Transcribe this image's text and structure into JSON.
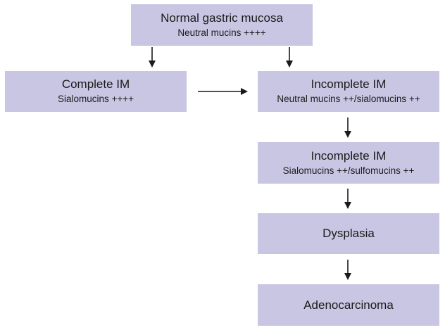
{
  "nodes": {
    "normal": {
      "title": "Normal gastric mucosa",
      "sub": "Neutral mucins ++++"
    },
    "complete": {
      "title": "Complete IM",
      "sub": "Sialomucins ++++"
    },
    "incomplete1": {
      "title": "Incomplete IM",
      "sub": "Neutral mucins ++/sialomucins ++"
    },
    "incomplete2": {
      "title": "Incomplete IM",
      "sub": "Sialomucins ++/sulfomucins ++"
    },
    "dysplasia": {
      "title": "Dysplasia"
    },
    "adenocarcinoma": {
      "title": "Adenocarcinoma"
    }
  },
  "edges": [
    {
      "from": "Normal gastric mucosa",
      "to": "Complete IM"
    },
    {
      "from": "Normal gastric mucosa",
      "to": "Incomplete IM"
    },
    {
      "from": "Complete IM",
      "to": "Incomplete IM"
    },
    {
      "from": "Incomplete IM",
      "to": "Incomplete IM"
    },
    {
      "from": "Incomplete IM",
      "to": "Dysplasia"
    },
    {
      "from": "Dysplasia",
      "to": "Adenocarcinoma"
    }
  ],
  "colors": {
    "box_fill": "#c9c6e3",
    "arrow": "#1a1a1a",
    "text": "#1a1a1a"
  }
}
